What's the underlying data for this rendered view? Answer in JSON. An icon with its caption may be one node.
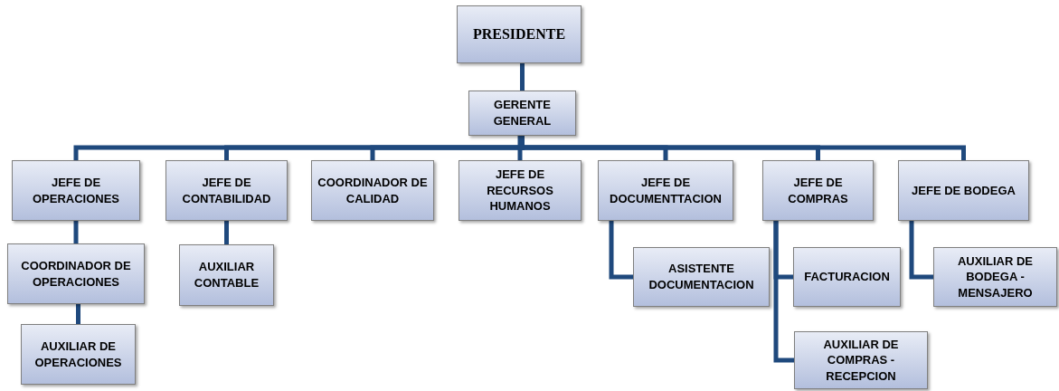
{
  "diagram": {
    "nodes": [
      {
        "text": [
          "PRESIDENTE"
        ]
      },
      {
        "text": [
          "GERENTE GENERAL"
        ]
      },
      {
        "text": [
          "JEFE DE OPERACIONES"
        ]
      },
      {
        "text": [
          "JEFE DE CONTABILIDAD"
        ]
      },
      {
        "text": [
          "COORDINADOR DE CALIDAD"
        ]
      },
      {
        "text": [
          "JEFE DE RECURSOS HUMANOS"
        ]
      },
      {
        "text": [
          "JEFE DE DOCUMENTTACION"
        ]
      },
      {
        "text": [
          "JEFE DE COMPRAS"
        ]
      },
      {
        "text": [
          "JEFE DE BODEGA"
        ]
      },
      {
        "text": [
          "COORDINADOR DE OPERACIONES"
        ]
      },
      {
        "text": [
          "AUXILIAR DE OPERACIONES"
        ]
      },
      {
        "text": [
          "AUXILIAR CONTABLE"
        ]
      },
      {
        "text": [
          "ASISTENTE DOCUMENTACION"
        ]
      },
      {
        "text": [
          "FACTURACION"
        ]
      },
      {
        "text": [
          "AUXILIAR DE COMPRAS - RECEPCION"
        ]
      },
      {
        "text": [
          "AUXILIAR DE BODEGA - MENSAJERO"
        ]
      }
    ],
    "edges": [
      {
        "from": 0,
        "to": 1,
        "arrow": "none"
      },
      {
        "from": 1,
        "to": 2,
        "arrow": "none"
      },
      {
        "from": 1,
        "to": 3,
        "arrow": "none"
      },
      {
        "from": 1,
        "to": 4,
        "arrow": "none"
      },
      {
        "from": 1,
        "to": 5,
        "arrow": "none"
      },
      {
        "from": 1,
        "to": 6,
        "arrow": "none"
      },
      {
        "from": 1,
        "to": 7,
        "arrow": "none"
      },
      {
        "from": 1,
        "to": 8,
        "arrow": "none"
      },
      {
        "from": 2,
        "to": 9,
        "arrow": "none"
      },
      {
        "from": 9,
        "to": 10,
        "arrow": "none"
      },
      {
        "from": 3,
        "to": 11,
        "arrow": "none"
      },
      {
        "from": 6,
        "to": 12,
        "arrow": "none"
      },
      {
        "from": 7,
        "to": 13,
        "arrow": "none"
      },
      {
        "from": 7,
        "to": 14,
        "arrow": "none"
      },
      {
        "from": 8,
        "to": 15,
        "arrow": "none"
      }
    ]
  }
}
